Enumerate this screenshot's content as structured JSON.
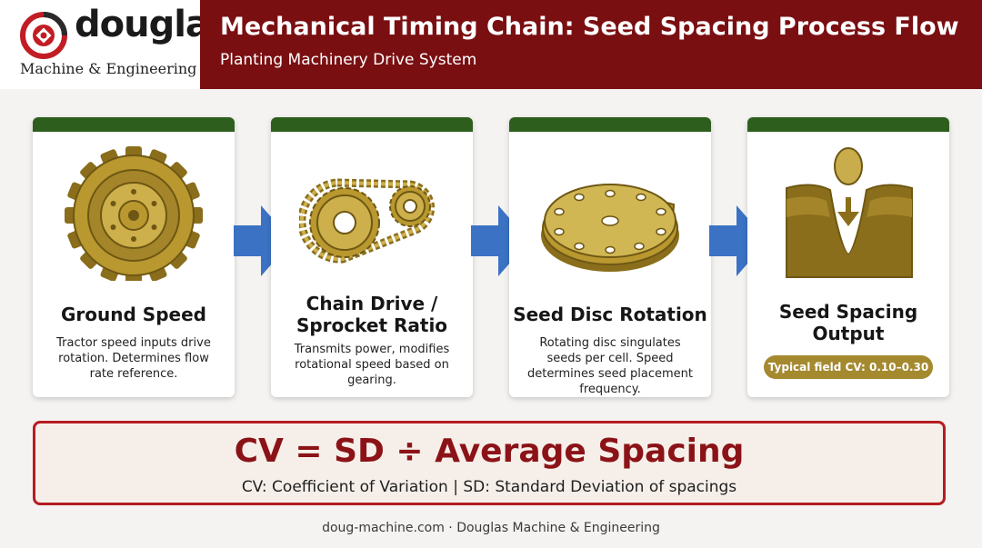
{
  "brand": {
    "name": "douglas",
    "tagline": "Machine & Engineering"
  },
  "header": {
    "title": "Mechanical Timing Chain: Seed Spacing Process Flow",
    "subtitle": "Planting Machinery Drive System"
  },
  "steps": [
    {
      "title": "Ground Speed",
      "description": "Tractor speed inputs drive rotation. Determines flow rate reference.",
      "icon": "tractor-tire-icon"
    },
    {
      "title": "Chain Drive / Sprocket Ratio",
      "description": "Transmits power, modifies rotational speed based on gearing.",
      "icon": "chain-sprocket-icon"
    },
    {
      "title": "Seed Disc Rotation",
      "description": "Rotating disc singulates seeds per cell. Speed determines seed placement frequency.",
      "icon": "seed-disc-icon"
    },
    {
      "title": "Seed Spacing Output",
      "description": "",
      "badge": "Typical field CV: 0.10–0.30",
      "icon": "seed-furrow-icon"
    }
  ],
  "formula": {
    "equation": "CV = SD ÷ Average Spacing",
    "note": "CV: Coefficient of Variation | SD: Standard Deviation of spacings"
  },
  "footer": {
    "text": "doug-machine.com · Douglas Machine & Engineering"
  },
  "colors": {
    "header_red": "#7a0f12",
    "accent_red": "#b51d21",
    "card_green": "#2e5e1e",
    "gold": "#a5892f",
    "arrow_blue": "#3b72c4"
  }
}
